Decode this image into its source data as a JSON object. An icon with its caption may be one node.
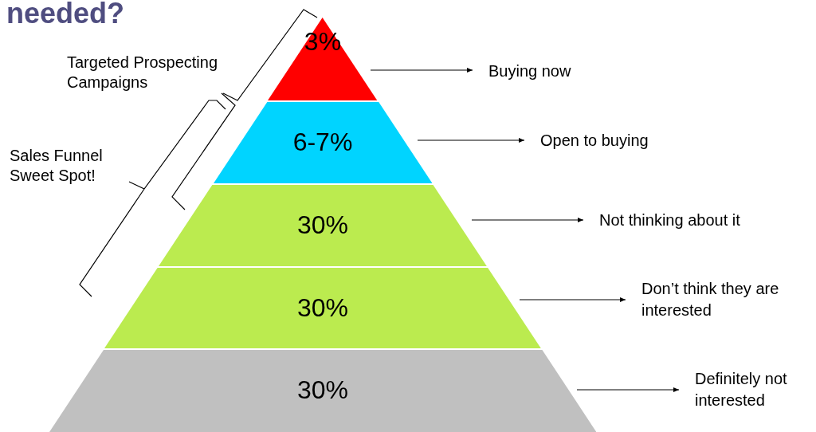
{
  "diagram": {
    "title": "needed?",
    "nodes": [
      {
        "text": [
          "3%"
        ]
      },
      {
        "text": [
          "6-7%"
        ]
      },
      {
        "text": [
          "30%"
        ]
      },
      {
        "text": [
          "30%"
        ]
      },
      {
        "text": [
          "30%"
        ]
      },
      {
        "text": [
          "Buying now"
        ]
      },
      {
        "text": [
          "Open to buying"
        ]
      },
      {
        "text": [
          "Not thinking about it"
        ]
      },
      {
        "text": [
          "Don’t think they are interested"
        ]
      },
      {
        "text": [
          "Definitely not interested"
        ]
      }
    ],
    "edges": [
      {
        "from": 0,
        "to": 5,
        "arrow": "to"
      },
      {
        "from": 1,
        "to": 6,
        "arrow": "to"
      },
      {
        "from": 2,
        "to": 7,
        "arrow": "to"
      },
      {
        "from": 3,
        "to": 8,
        "arrow": "to"
      },
      {
        "from": 4,
        "to": 9,
        "arrow": "to"
      }
    ],
    "labels": [
      "Targeted Prospecting Campaigns",
      "Sales Funnel Sweet Spot!"
    ]
  }
}
